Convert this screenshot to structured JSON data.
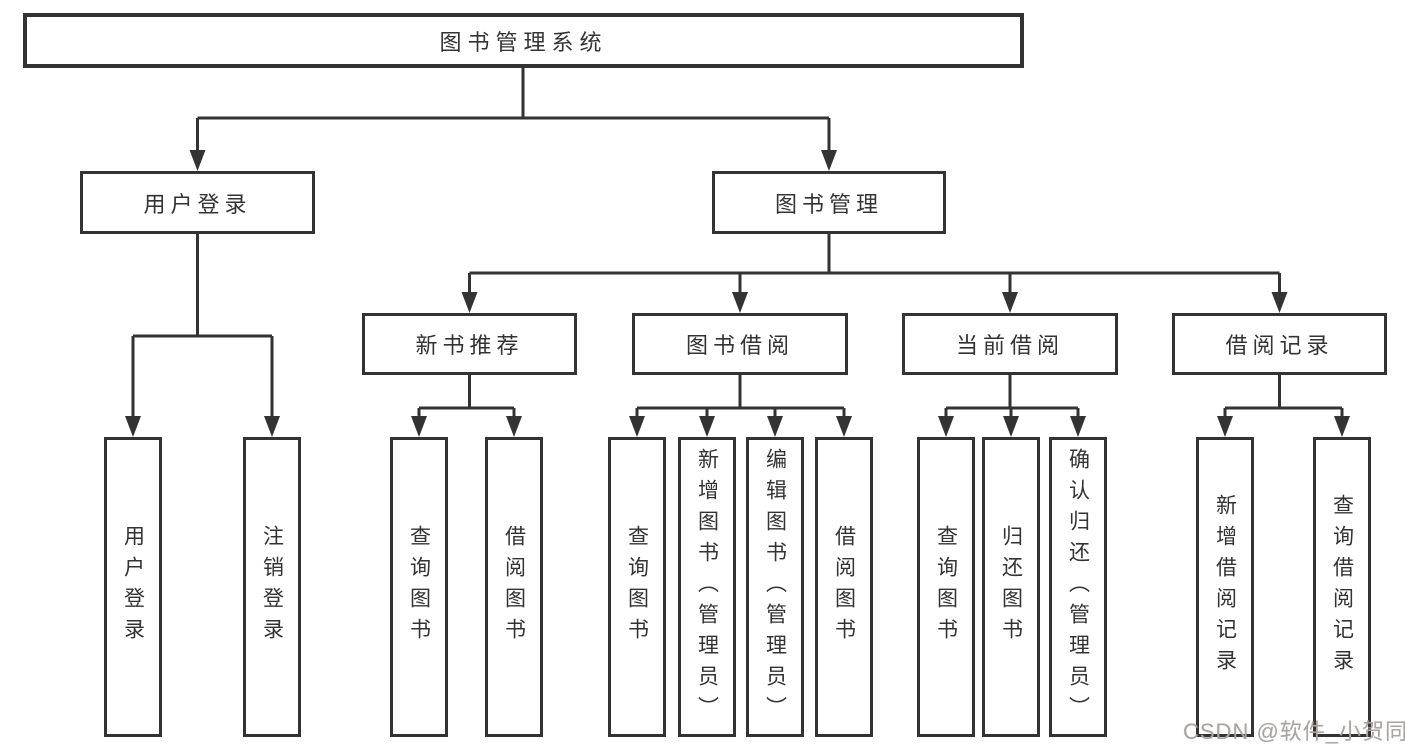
{
  "tree": {
    "label": "图书管理系统",
    "children": [
      {
        "label": "用户登录",
        "children": [
          {
            "label": "用户登录"
          },
          {
            "label": "注销登录"
          }
        ]
      },
      {
        "label": "图书管理",
        "children": [
          {
            "label": "新书推荐",
            "children": [
              {
                "label": "查询图书"
              },
              {
                "label": "借阅图书"
              }
            ]
          },
          {
            "label": "图书借阅",
            "children": [
              {
                "label": "查询图书"
              },
              {
                "label": "新增图书（管理员）"
              },
              {
                "label": "编辑图书（管理员）"
              },
              {
                "label": "借阅图书"
              }
            ]
          },
          {
            "label": "当前借阅",
            "children": [
              {
                "label": "查询图书"
              },
              {
                "label": "归还图书"
              },
              {
                "label": "确认归还（管理员）"
              }
            ]
          },
          {
            "label": "借阅记录",
            "children": [
              {
                "label": "新增借阅记录"
              },
              {
                "label": "查询借阅记录"
              }
            ]
          }
        ]
      }
    ]
  },
  "watermark": {
    "text": "CSDN @软件_小贺同学"
  },
  "colors": {
    "line": "#333333",
    "box_border": "#333333",
    "text": "#333333",
    "background": "#ffffff",
    "watermark": "#a7a4a4"
  }
}
